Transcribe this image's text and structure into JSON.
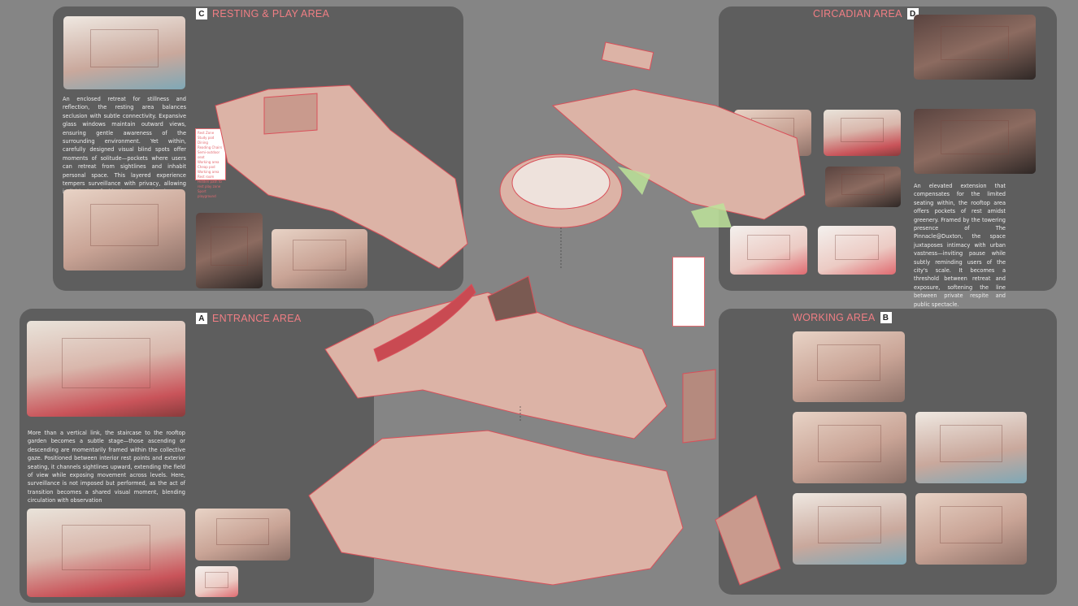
{
  "sections": {
    "resting": {
      "badge": "C",
      "title": "RESTING & PLAY AREA",
      "text": "An enclosed retreat for stillness and reflection, the resting area balances seclusion with subtle connectivity. Expansive glass windows maintain outward views, ensuring gentle awareness of the surrounding environment. Yet within, carefully designed visual blind spots offer moments of solitude—pockets where users can retreat from sightlines and inhabit personal space. This layered experience tempers surveillance with privacy, allowing individuals to feel both connected and apart."
    },
    "circadian": {
      "badge": "D",
      "title": "CIRCADIAN AREA",
      "text": "An elevated extension that compensates for the limited seating within, the rooftop area offers pockets of rest amidst greenery. Framed by the towering presence of The Pinnacle@Duxton, the space juxtaposes intimacy with urban vastness—inviting pause while subtly reminding users of the city's scale. It becomes a threshold between retreat and exposure, softening the line between private respite and public spectacle."
    },
    "entrance": {
      "badge": "A",
      "title": "ENTRANCE AREA",
      "text": "More than a vertical link, the staircase to the rooftop garden becomes a subtle stage—those ascending or descending are momentarily framed within the collective gaze. Positioned between interior rest points and exterior seating, it channels sightlines upward, extending the field of view while exposing movement across levels. Here, surveillance is not imposed but performed, as the act of transition becomes a shared visual moment, blending circulation with observation"
    },
    "working": {
      "badge": "B",
      "title": "WORKING AREA"
    }
  },
  "legend": {
    "items": [
      "Rest Zone",
      "Study pod",
      "Dining",
      "Reading Chairs",
      "Semi-outdoor seat",
      "Working area",
      "Cheap pod",
      "Working area",
      "Rest room",
      "Hidden path to rest play zone",
      "Sport playground"
    ]
  },
  "colors": {
    "accent": "#f07e84",
    "panel": "#5e5e5e",
    "background": "#858585"
  }
}
